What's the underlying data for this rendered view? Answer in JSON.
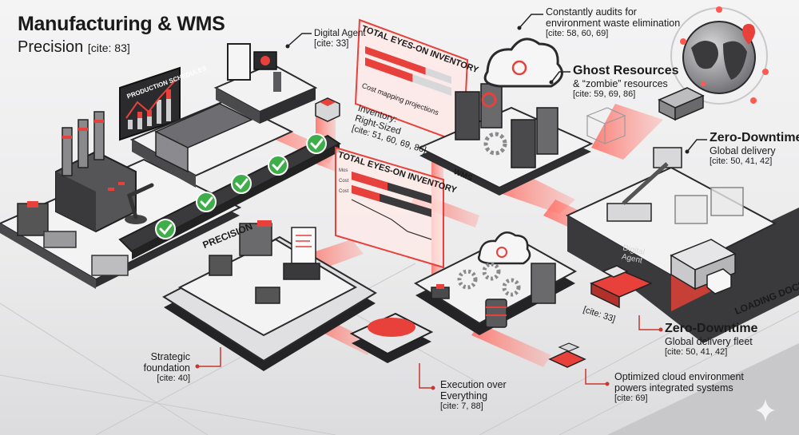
{
  "title": "Manufacturing & WMS",
  "subtitle": "Precision",
  "subtitle_cite": "[cite: 83]",
  "colors": {
    "accent": "#e8403a",
    "dark": "#3b3b3d",
    "light": "#f2f2f3",
    "success": "#3fae4a"
  },
  "callouts": {
    "digital_agent": {
      "label": "Digital Agent",
      "cite": "[cite: 33]"
    },
    "audits": {
      "line1": "Constantly audits for",
      "line2": "environment waste elimination",
      "cite": "[cite: 58, 60, 69]"
    },
    "ghost": {
      "head": "Ghost Resources",
      "body": "& “zombie” resources",
      "cite": "[cite: 59, 69, 86]"
    },
    "zero_downtime_top": {
      "head": "Zero-Downtime",
      "body": "Global delivery",
      "cite": "[cite: 50, 41, 42]"
    },
    "inventory": {
      "line1": "Inventory:",
      "line2": "Right-Sized",
      "cite": "[cite: 51, 60, 69, 86]"
    },
    "zero_downtime_bottom": {
      "head": "Zero-Downtime",
      "body": "Global delivery fleet",
      "cite": "[cite: 50, 41, 42]"
    },
    "optimized": {
      "line1": "Optimized cloud environment",
      "line2": "powers integrated systems",
      "cite": "[cite: 69]"
    },
    "strategic": {
      "line1": "Strategic",
      "line2": "foundation",
      "cite": "[cite: 40]"
    },
    "execution": {
      "line1": "Execution over",
      "line2": "Everything",
      "cite": "[cite: 7, 88]"
    },
    "car_cite": "[cite: 33]"
  },
  "scene_labels": {
    "production_schedules": "PRODUCTION SCHEDULES",
    "precision": "PRECISION",
    "wms": "WMS",
    "loading_dock": "LOADING DOCK",
    "digital_agent_building": "Digital Agent"
  },
  "panels": {
    "top": {
      "title": "TOTAL EYES-ON INVENTORY",
      "caption": "Cost mapping projections",
      "bars": [
        0.7,
        0.55
      ]
    },
    "middle": {
      "title": "TOTAL EYES-ON INVENTORY",
      "rows": [
        "Mos",
        "Cost",
        "Cost"
      ],
      "bars": [
        0.45,
        0.35
      ]
    }
  },
  "checkmarks": 5
}
